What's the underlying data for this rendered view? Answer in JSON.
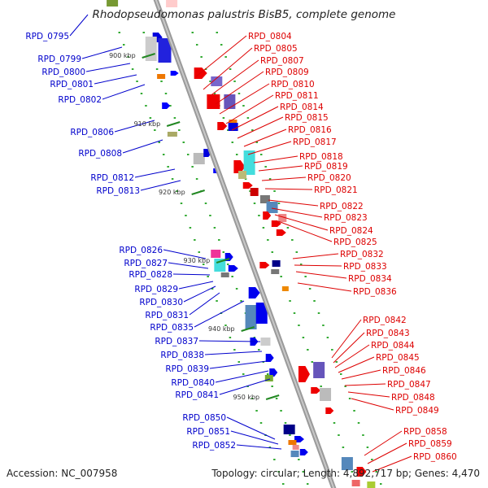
{
  "title": "Rhodopseudomonas palustris BisB5, complete genome",
  "footer": {
    "accession": "Accession: NC_007958",
    "summary": "Topology: circular; Length: 4,892,717 bp; Genes: 4,470"
  },
  "colors": {
    "left_label": "#0000cc",
    "right_label": "#dd0000",
    "backbone": "#999999",
    "tick": "#228822"
  },
  "scale_ticks": [
    "900 kbp",
    "910 kbp",
    "920 kbp",
    "930 kbp",
    "940 kbp",
    "950 kbp"
  ],
  "left_genes": [
    "RPD_0795",
    "RPD_0799",
    "RPD_0800",
    "RPD_0801",
    "RPD_0802",
    "RPD_0806",
    "RPD_0808",
    "RPD_0812",
    "RPD_0813",
    "RPD_0826",
    "RPD_0827",
    "RPD_0828",
    "RPD_0829",
    "RPD_0830",
    "RPD_0831",
    "RPD_0835",
    "RPD_0837",
    "RPD_0838",
    "RPD_0839",
    "RPD_0840",
    "RPD_0841",
    "RPD_0850",
    "RPD_0851",
    "RPD_0852"
  ],
  "right_genes": [
    "RPD_0804",
    "RPD_0805",
    "RPD_0807",
    "RPD_0809",
    "RPD_0810",
    "RPD_0811",
    "RPD_0814",
    "RPD_0815",
    "RPD_0816",
    "RPD_0817",
    "RPD_0818",
    "RPD_0819",
    "RPD_0820",
    "RPD_0821",
    "RPD_0822",
    "RPD_0823",
    "RPD_0824",
    "RPD_0825",
    "RPD_0832",
    "RPD_0833",
    "RPD_0834",
    "RPD_0836",
    "RPD_0842",
    "RPD_0843",
    "RPD_0844",
    "RPD_0845",
    "RPD_0846",
    "RPD_0847",
    "RPD_0848",
    "RPD_0849",
    "RPD_0858",
    "RPD_0859",
    "RPD_0860"
  ]
}
